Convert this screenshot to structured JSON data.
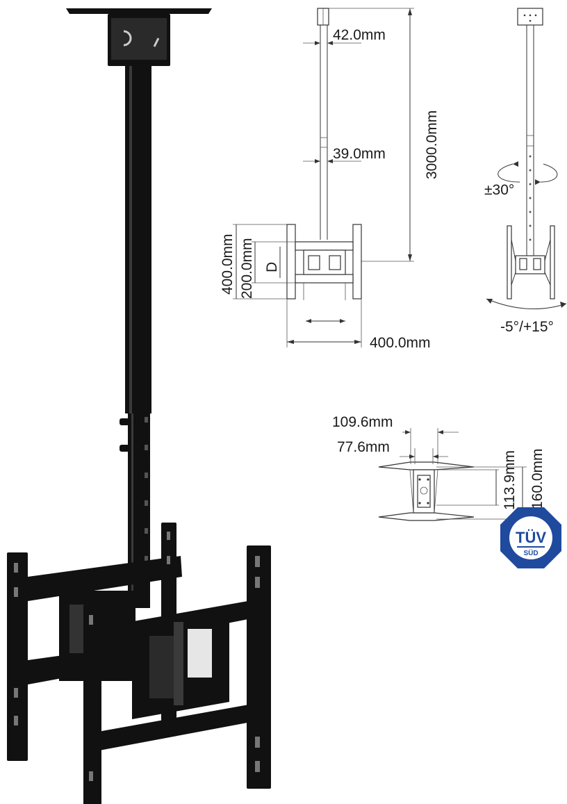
{
  "front_view": {
    "dim_tube_upper": "42.0mm",
    "dim_tube_lower": "39.0mm",
    "dim_total_height": "3000.0mm",
    "dim_bracket_height": "400.0mm",
    "dim_vesa_inner": "200.0mm",
    "dim_label_d": "D",
    "dim_bracket_width": "400.0mm"
  },
  "side_view": {
    "swivel_angle": "±30°",
    "tilt_angle": "-5°/+15°"
  },
  "detail_view": {
    "dim_outer": "109.6mm",
    "dim_inner": "77.6mm",
    "dim_short": "113.9mm",
    "dim_long": "160.0mm"
  },
  "certification": {
    "name": "TÜV",
    "sub": "SÜD",
    "color": "#1f4a9e"
  },
  "colors": {
    "mount_black": "#111111",
    "line": "#333333"
  }
}
